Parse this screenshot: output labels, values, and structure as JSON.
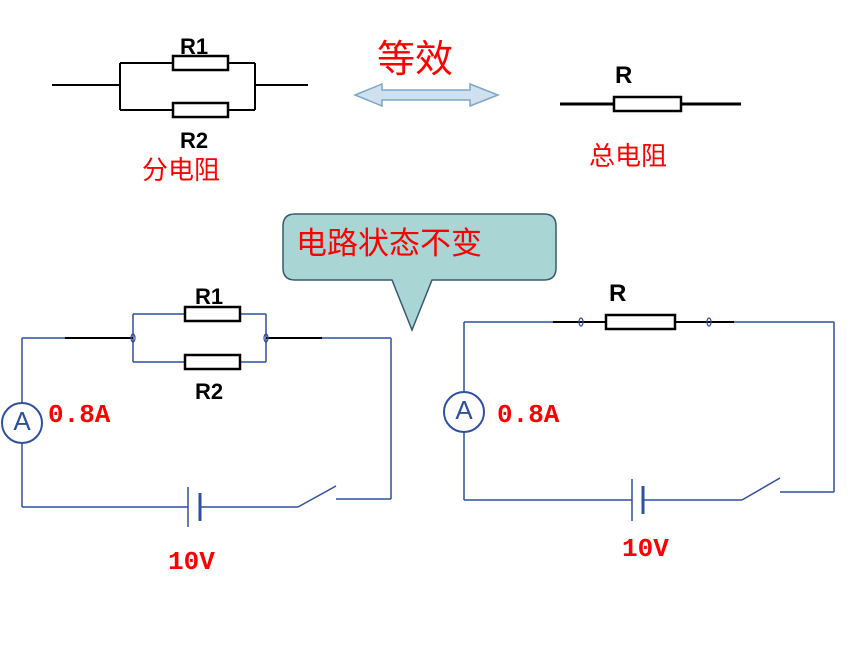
{
  "colors": {
    "wire_dark": "#000000",
    "wire_blue": "#2f4fa0",
    "text_red": "#ff0000",
    "arrow_fill": "#cfe0ee",
    "arrow_stroke": "#7fa6c3",
    "bubble_fill": "#a9d6d4",
    "bubble_stroke": "#355a70",
    "meter_stroke": "#2f4fa0"
  },
  "top": {
    "parallel": {
      "r1_label": "R1",
      "r2_label": "R2",
      "caption": "分电阻"
    },
    "equivalence": {
      "label": "等效",
      "arrow_icon": "double-arrow-icon"
    },
    "single": {
      "r_label": "R",
      "caption": "总电阻"
    }
  },
  "bubble": {
    "text": "电路状态不变"
  },
  "circuit_left": {
    "r1_label": "R1",
    "r2_label": "R2",
    "ammeter_symbol": "A",
    "current": "0.8A",
    "voltage": "10V"
  },
  "circuit_right": {
    "r_label": "R",
    "ammeter_symbol": "A",
    "current": "0.8A",
    "voltage": "10V"
  }
}
